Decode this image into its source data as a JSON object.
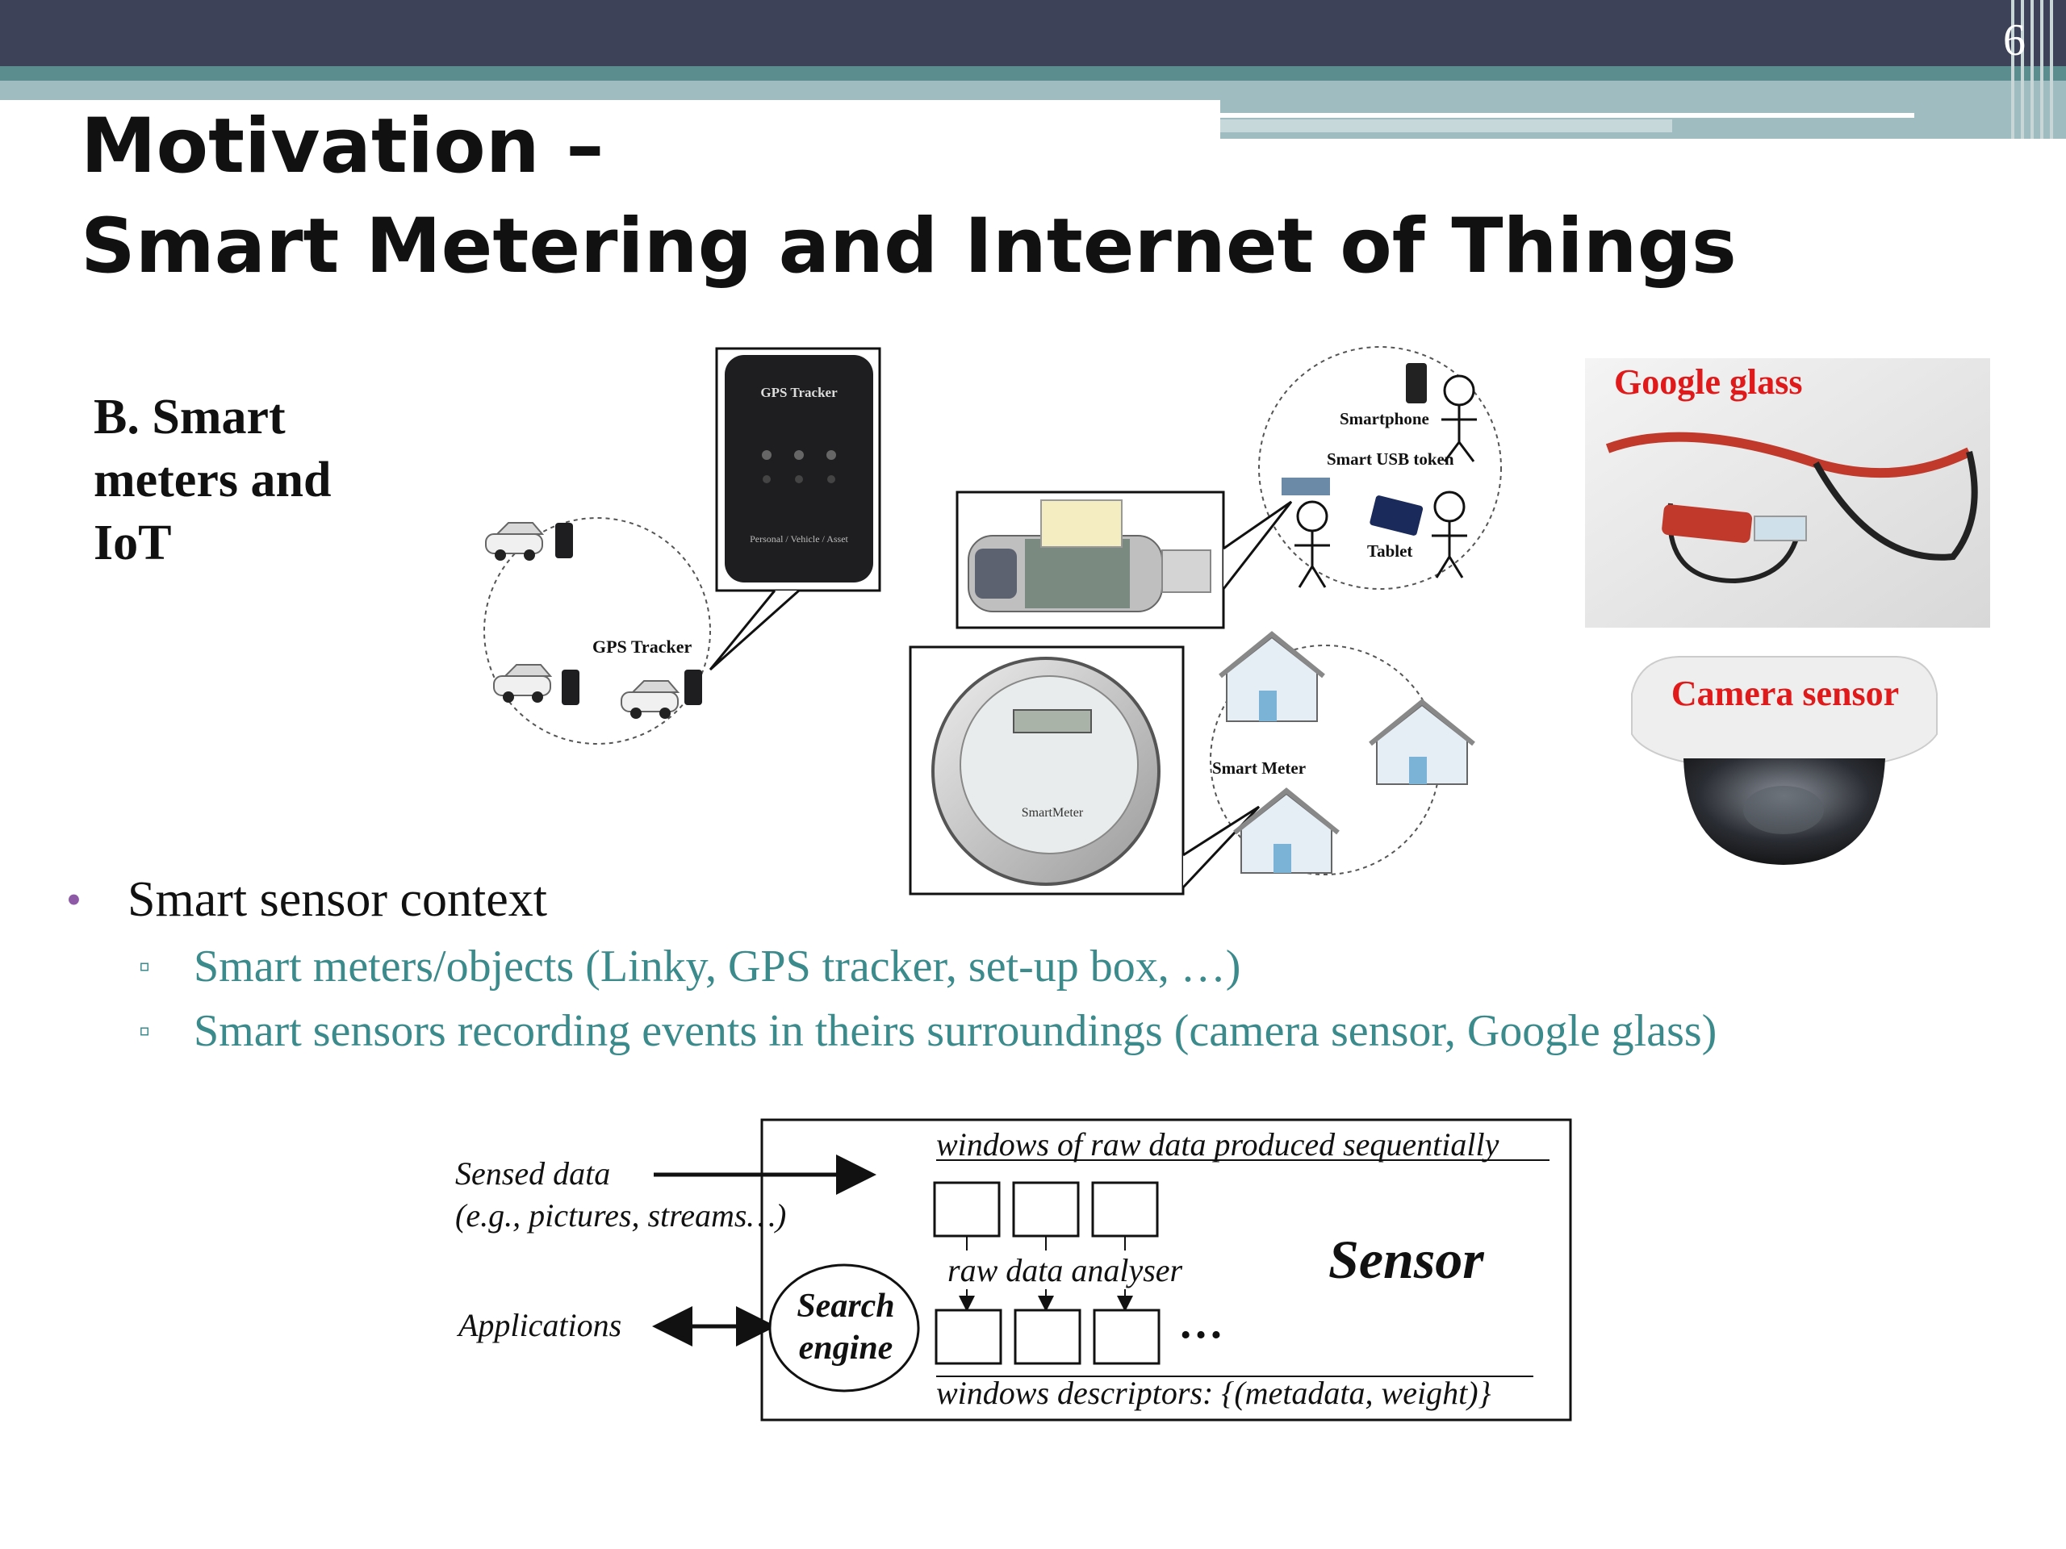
{
  "slide": {
    "number": "6",
    "title_line1": "Motivation –",
    "title_line2": "Smart Metering and Internet of Things",
    "section_line1": "B.  Smart",
    "section_line2": "meters and",
    "section_line3": "IoT"
  },
  "illustrations": {
    "gps_device_text": "GPS  Tracker",
    "gps_device_subtext": "Personal / Vehicle / Asset",
    "gps_label": "GPS Tracker",
    "smartphone_label": "Smartphone",
    "usb_label": "Smart USB token",
    "tablet_label": "Tablet",
    "meter_label": "Smart Meter",
    "meter_brand": "SmartMeter",
    "google_glass_label": "Google glass",
    "camera_sensor_label": "Camera sensor"
  },
  "bullets": {
    "main": "Smart sensor context",
    "sub1": "Smart meters/objects (Linky, GPS tracker, set-up box, …)",
    "sub2": "Smart sensors recording events in theirs surroundings (camera sensor, Google glass)"
  },
  "diagram": {
    "sensed_line1": "Sensed data",
    "sensed_line2": "(e.g., pictures, streams…)",
    "applications": "Applications",
    "windows_raw": "windows of raw data produced sequentially",
    "raw_analyser": "raw data analyser",
    "sensor": "Sensor",
    "search_line1": "Search",
    "search_line2": "engine",
    "ellipsis": "…",
    "windows_descriptors": "windows descriptors: {(metadata, weight)}"
  },
  "colors": {
    "top_bar": "#3d4258",
    "accent_teal": "#5b8d8e",
    "sub_bullet_text": "#3b8a8c",
    "bullet_dot": "#8e5aa8",
    "red_label": "#e01a1a"
  }
}
